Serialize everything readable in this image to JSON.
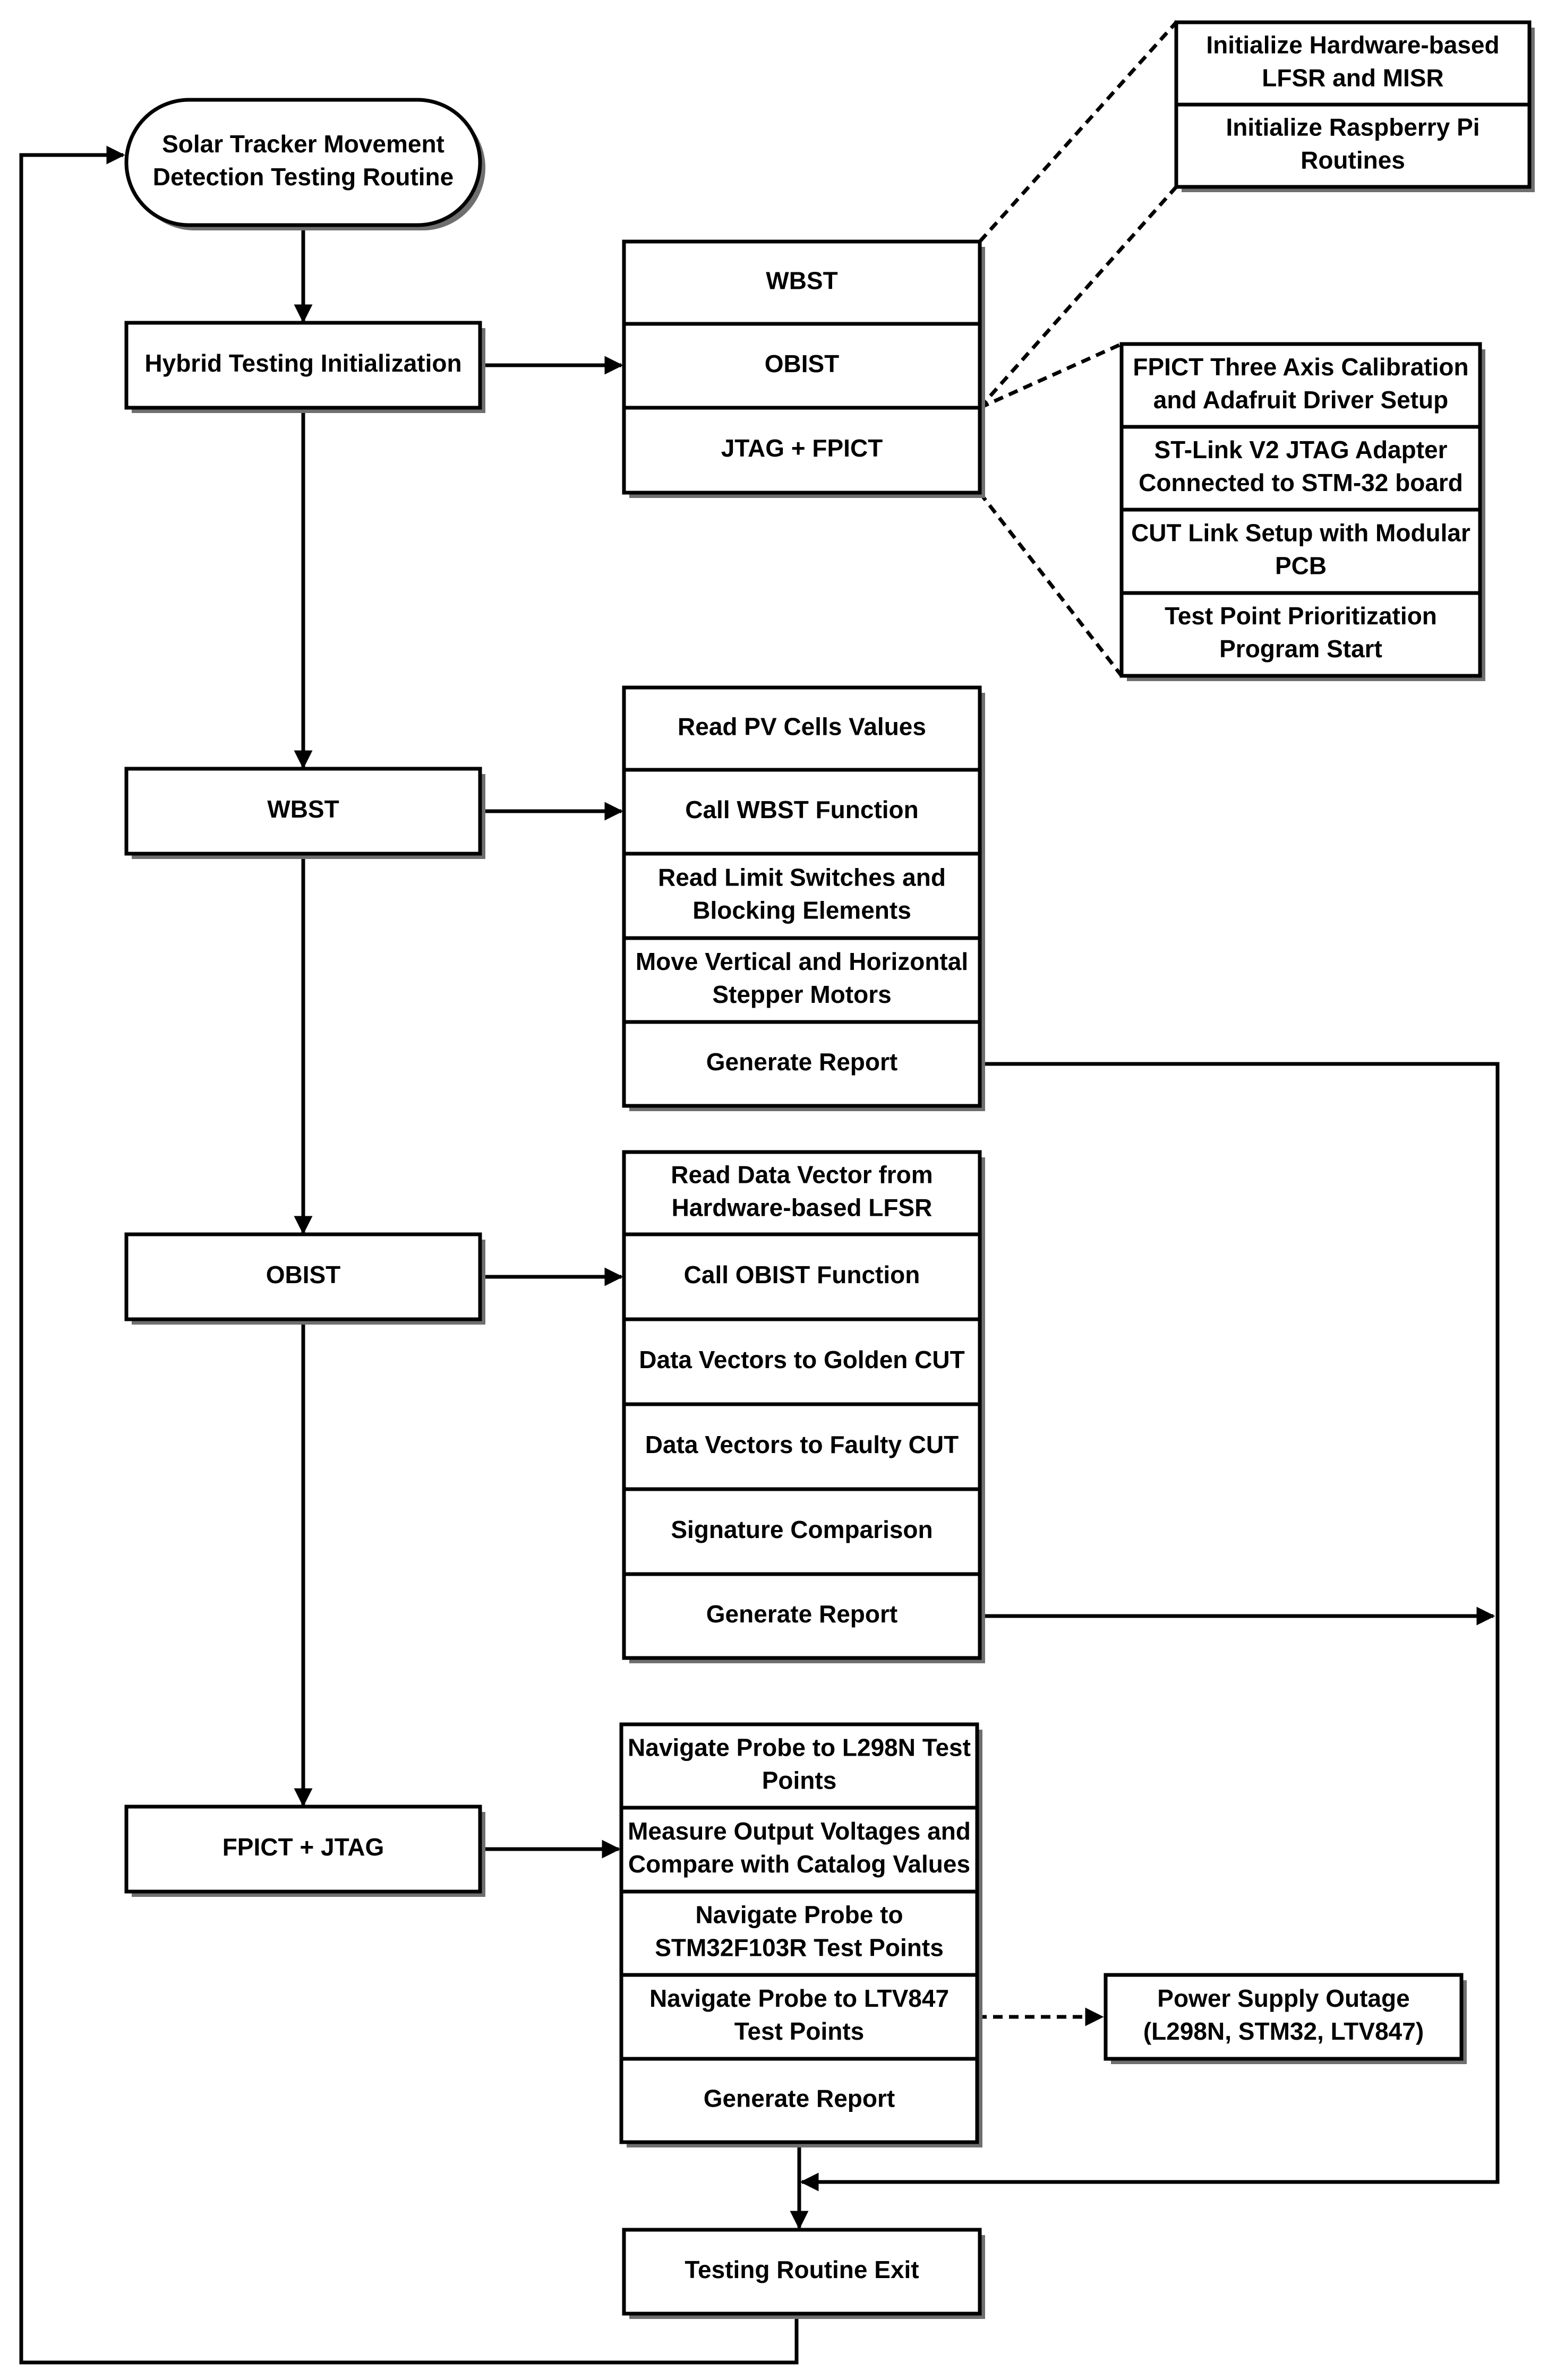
{
  "start": [
    "Solar Tracker Movement",
    "Detection Testing Routine"
  ],
  "main_steps": {
    "init": "Hybrid Testing Initialization",
    "wbst": "WBST",
    "obist": "OBIST",
    "fpict": "FPICT + JTAG",
    "exit": "Testing Routine Exit"
  },
  "init_group": [
    "WBST",
    "OBIST",
    "JTAG + FPICT"
  ],
  "wbst_init_details": [
    [
      "Initialize Hardware-based",
      "LFSR and MISR"
    ],
    [
      "Initialize Raspberry Pi",
      "Routines"
    ]
  ],
  "fpict_init_details": [
    [
      "FPICT Three Axis Calibration",
      "and Adafruit Driver Setup"
    ],
    [
      "ST-Link V2 JTAG Adapter",
      "Connected to STM-32 board"
    ],
    [
      "CUT Link Setup with Modular",
      "PCB"
    ],
    [
      "Test Point Prioritization",
      "Program Start"
    ]
  ],
  "wbst_steps": [
    [
      "Read PV Cells Values"
    ],
    [
      "Call WBST Function"
    ],
    [
      "Read Limit Switches and",
      "Blocking Elements"
    ],
    [
      "Move Vertical and Horizontal",
      "Stepper Motors"
    ],
    [
      "Generate Report"
    ]
  ],
  "obist_steps": [
    [
      "Read Data Vector from",
      "Hardware-based LFSR"
    ],
    [
      "Call OBIST Function"
    ],
    [
      "Data Vectors to Golden CUT"
    ],
    [
      "Data Vectors to Faulty CUT"
    ],
    [
      "Signature Comparison"
    ],
    [
      "Generate Report"
    ]
  ],
  "fpict_steps": [
    [
      "Navigate Probe to L298N Test",
      "Points"
    ],
    [
      "Measure Output Voltages and",
      "Compare with Catalog Values"
    ],
    [
      "Navigate Probe to",
      "STM32F103R Test Points"
    ],
    [
      "Navigate Probe to LTV847",
      "Test Points"
    ],
    [
      "Generate Report"
    ]
  ],
  "power_outage": [
    "Power Supply Outage",
    "(L298N, STM32, LTV847)"
  ],
  "colors": {
    "line": "#000000",
    "fill": "#ffffff",
    "shadow": "#6f6f6f"
  }
}
